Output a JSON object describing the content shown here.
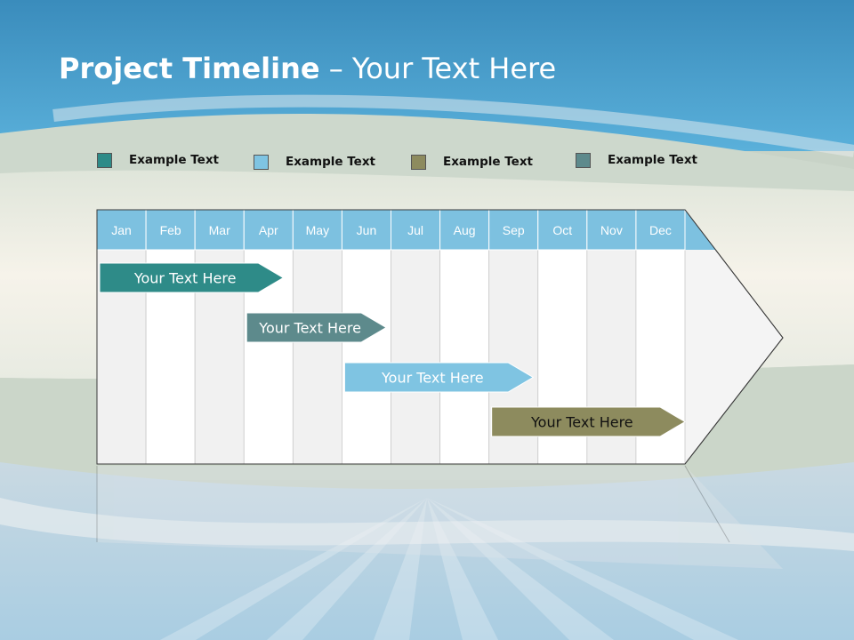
{
  "title": {
    "bold": "Project Timeline",
    "rest": " – Your Text Here"
  },
  "colors": {
    "teal": "#2e8b88",
    "light_blue": "#7fc4e2",
    "olive": "#8d8b5e",
    "slate": "#5d8a8c",
    "header_blue": "#7dc1e0",
    "sky": "#4ba4d1"
  },
  "legend": [
    {
      "label": "Example Text",
      "color": "#2e8b88"
    },
    {
      "label": "Example Text",
      "color": "#7fc4e2"
    },
    {
      "label": "Example Text",
      "color": "#8d8b5e"
    },
    {
      "label": "Example Text",
      "color": "#5d8a8c"
    }
  ],
  "months": [
    "Jan",
    "Feb",
    "Mar",
    "Apr",
    "May",
    "Jun",
    "Jul",
    "Aug",
    "Sep",
    "Oct",
    "Nov",
    "Dec"
  ],
  "tasks": [
    {
      "label": "Your  Text Here",
      "start": 0,
      "end": 3.8,
      "color": "#2e8b88",
      "text_color": "#ffffff"
    },
    {
      "label": "Your  Text Here",
      "start": 3.0,
      "end": 5.9,
      "color": "#5d8a8c",
      "text_color": "#ffffff"
    },
    {
      "label": "Your  Text Here",
      "start": 5.0,
      "end": 8.9,
      "color": "#7fc4e2",
      "text_color": "#ffffff"
    },
    {
      "label": "Your  Text Here",
      "start": 8.0,
      "end": 12.0,
      "color": "#8d8b5e",
      "text_color": "#111111"
    }
  ]
}
